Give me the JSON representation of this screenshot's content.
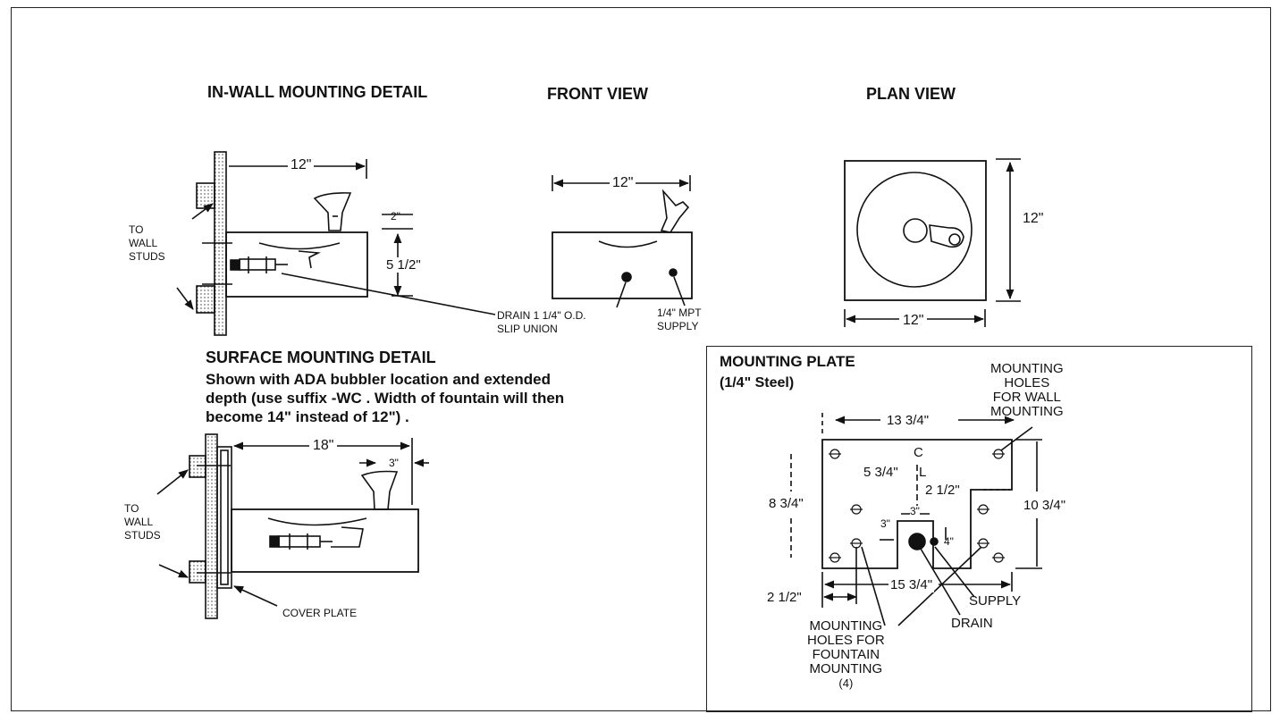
{
  "titles": {
    "in_wall": "IN-WALL MOUNTING DETAIL",
    "front_view": "FRONT VIEW",
    "plan_view": "PLAN VIEW",
    "surface": "SURFACE MOUNTING DETAIL",
    "mounting_plate": "MOUNTING PLATE",
    "mounting_plate_sub": "(1/4\" Steel)"
  },
  "surface_note": {
    "line1": "Shown with ADA bubbler location and extended",
    "line2": "depth  (use suffix -WC . Width of fountain will then",
    "line3": "become 14\" instead of 12\") ."
  },
  "in_wall": {
    "width": "12\"",
    "top_gap": "2\"",
    "height": "5 1/2\"",
    "to_wall_studs": [
      "TO",
      "WALL",
      "STUDS"
    ]
  },
  "front_view": {
    "width": "12\"",
    "drain": [
      "DRAIN 1 1/4\" O.D.",
      "SLIP UNION"
    ],
    "supply": [
      "1/4\" MPT",
      "SUPPLY"
    ]
  },
  "plan_view": {
    "height": "12\"",
    "width": "12\""
  },
  "surface_detail": {
    "width": "18\"",
    "offset": "3\"",
    "to_wall_studs": [
      "TO",
      "WALL",
      "STUDS"
    ],
    "cover_plate": "COVER PLATE"
  },
  "plate": {
    "top_width": "13  3/4\"",
    "bottom_width": "15 3/4\"",
    "left_height": "8  3/4\"",
    "right_height": "10 3/4\"",
    "bottom_left": "2  1/2\"",
    "cl_c": "C",
    "cl_l": "L",
    "from_top": "5  3/4\"",
    "right_inset": "2  1/2\"",
    "notch_width": "3\"",
    "notch_left": "3\"",
    "notch_depth": "4\"",
    "wall_holes": [
      "MOUNTING",
      "HOLES",
      "FOR WALL",
      "MOUNTING"
    ],
    "fountain_holes": [
      "MOUNTING",
      "HOLES FOR",
      "FOUNTAIN",
      "MOUNTING",
      "(4)"
    ],
    "supply": "SUPPLY",
    "drain": "DRAIN"
  }
}
